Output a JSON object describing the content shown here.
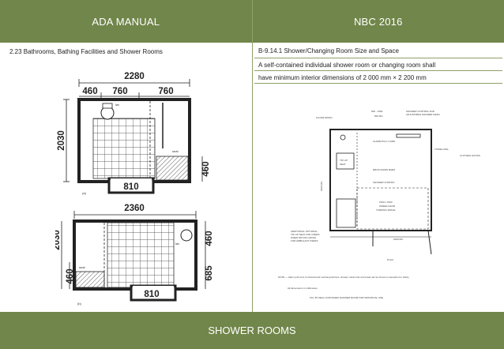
{
  "header": {
    "left_title": "ADA MANUAL",
    "right_title": "NBC 2016"
  },
  "left": {
    "section_title": "2.23 Bathrooms, Bathing Facilities and Shower Rooms",
    "plan_top": {
      "overall_width": "2280",
      "seg1": "460",
      "seg2": "760",
      "seg3": "760",
      "depth": "2030",
      "side": "460",
      "opening": "810",
      "label": "(a)",
      "tag_lav": "lav",
      "tag_seat": "seat"
    },
    "plan_bottom": {
      "overall_width": "2360",
      "depth": "2030",
      "side_top": "460",
      "side_mid": "685",
      "side_left": "460",
      "opening": "810",
      "label": "(b)",
      "tag_lav": "lav",
      "tag_seat": "seat"
    }
  },
  "right": {
    "section_title": "B-9.14.1 Shower/Changing Room Size and Space",
    "para_line1": "A self-contained individual shower room or changing room  shall",
    "para_line2": "have minimum  interior  dimensions of 2 000 mm × 2 200 mm",
    "figure": {
      "floor_drain": "FLOOR DRAIN",
      "dim_top1": "500 - 1500",
      "dim_top2": "500 Min",
      "shower_control": "SHOWER CONTROL AND",
      "shower_head": "ADJUSTABLE SHOWER HEAD",
      "towel_rail": "TOWEL RAIL",
      "clothes_hooks": "CLOTHES HOOKS",
      "alarm_cord": "ALARM PULL CORD",
      "tipup_seat": "TIP-UP",
      "tipup_seat2": "SEAT",
      "dropdown_bars": "DROP-DOWN BARS",
      "shower_curtain": "SHOWER CURTAIN",
      "turning_1": "1500 x 1500",
      "turning_2": "WHEELCHAIR",
      "turning_3": "TURNING SPACE",
      "dim_side_left": "2000 Min",
      "dim_bottom": "2200 Min",
      "additional_1": "ADDITIONAL OPTIONAL",
      "additional_2": "TIP-UP SEAT FOR USERS",
      "additional_3": "WHEN DRYING (MAIN)",
      "additional_4": "FOR AMBULANT USERS",
      "plan_label": "PLAN",
      "note": "NOTE — Alarm pull cord, horizontal and vertical grab bars, shower curtain bar and towel rail not shown in elevation for clarity.",
      "note2": "All dimensions in millimetres.",
      "caption": "FIG. 85 SELF-CONTAINED SHOWER ROOM FOR INDIVIDUAL USE"
    }
  },
  "footer": {
    "title": "SHOWER ROOMS"
  }
}
